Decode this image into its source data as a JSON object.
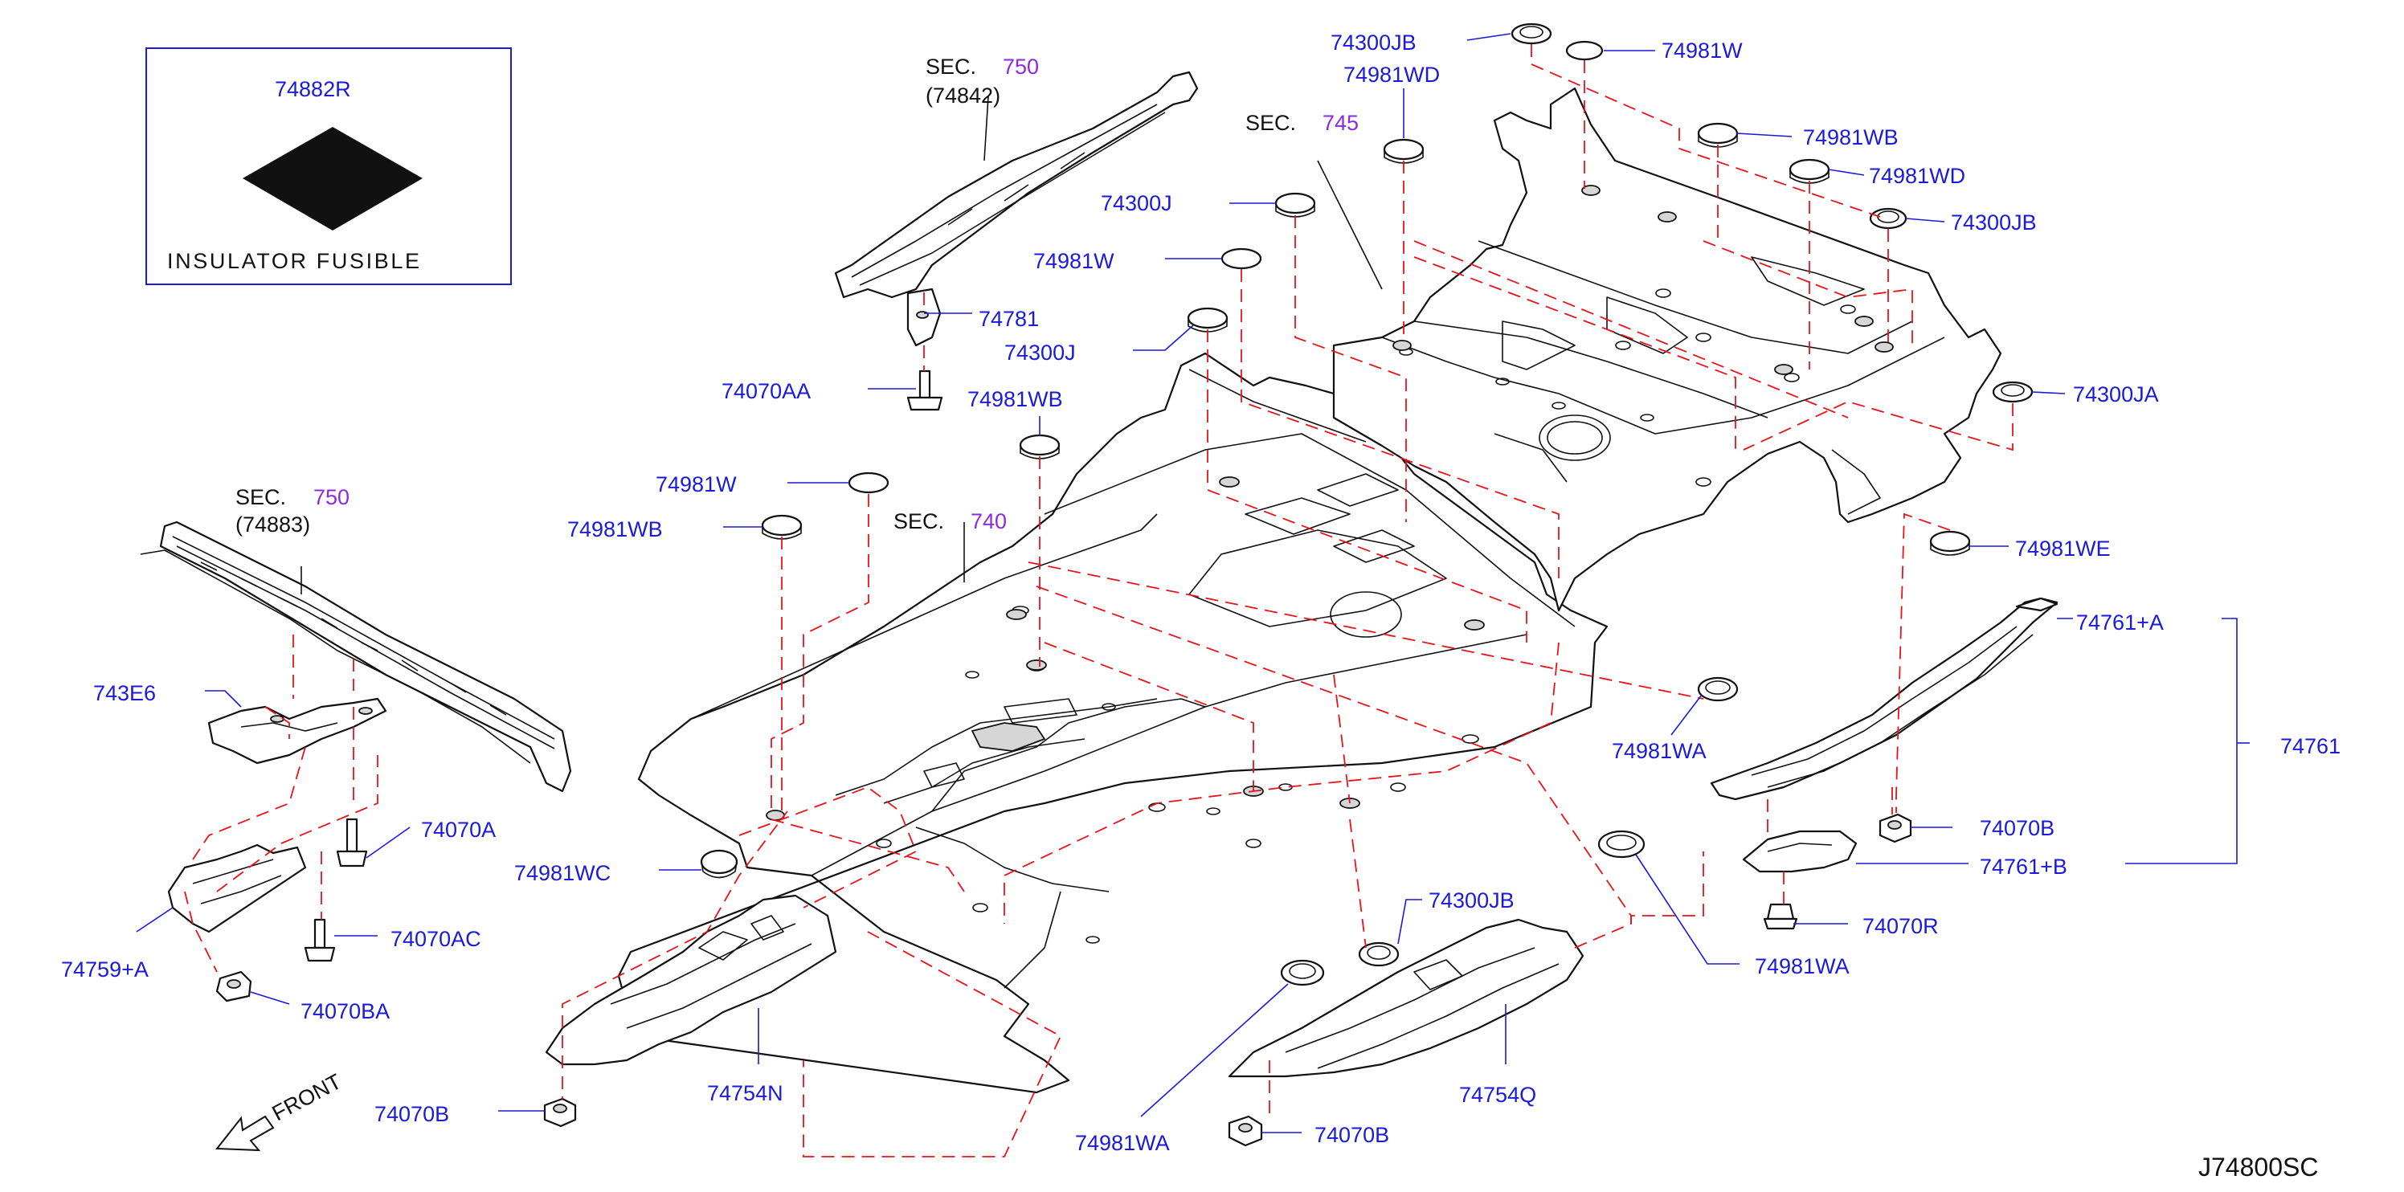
{
  "diagram_code": "J74800SC",
  "legend_box": {
    "part": "74882R",
    "caption": "INSULATOR FUSIBLE"
  },
  "front_label": "FRONT",
  "sections": [
    {
      "sec": "SEC.",
      "num": "750",
      "ref": "(74842)"
    },
    {
      "sec": "SEC.",
      "num": "750",
      "ref": "(74883)"
    },
    {
      "sec": "SEC.",
      "num": "745"
    },
    {
      "sec": "SEC.",
      "num": "740"
    }
  ],
  "labels": {
    "p74300JB_top": "74300JB",
    "p74981W_top": "74981W",
    "p74981WD_top": "74981WD",
    "p74981WB_right": "74981WB",
    "p74981WD_right": "74981WD",
    "p74300JB_right": "74300JB",
    "p74300J_a": "74300J",
    "p74981W_mid": "74981W",
    "p74300J_b": "74300J",
    "p74781": "74781",
    "p74070AA": "74070AA",
    "p74981WB_mid": "74981WB",
    "p74300JA": "74300JA",
    "p74981WE": "74981WE",
    "p74981W_left": "74981W",
    "p74981WB_left": "74981WB",
    "p74761A": "74761+A",
    "p74761": "74761",
    "p74761B": "74761+B",
    "p74981WA_mid": "74981WA",
    "p74070B_right": "74070B",
    "p74070R": "74070R",
    "p743E6": "743E6",
    "p74070A": "74070A",
    "p74981WC": "74981WC",
    "p74070AC": "74070AC",
    "p74759A": "74759+A",
    "p74070BA": "74070BA",
    "p74300JB_bottom": "74300JB",
    "p74981WA_right": "74981WA",
    "p74070B_left": "74070B",
    "p74754N": "74754N",
    "p74754Q": "74754Q",
    "p74981WA_bottom": "74981WA",
    "p74070B_bottom": "74070B"
  },
  "colors": {
    "part_number": "#1a1ad8",
    "section_number": "#8a2be2",
    "dashed_leader": "#e8121b",
    "outline": "#111111"
  }
}
